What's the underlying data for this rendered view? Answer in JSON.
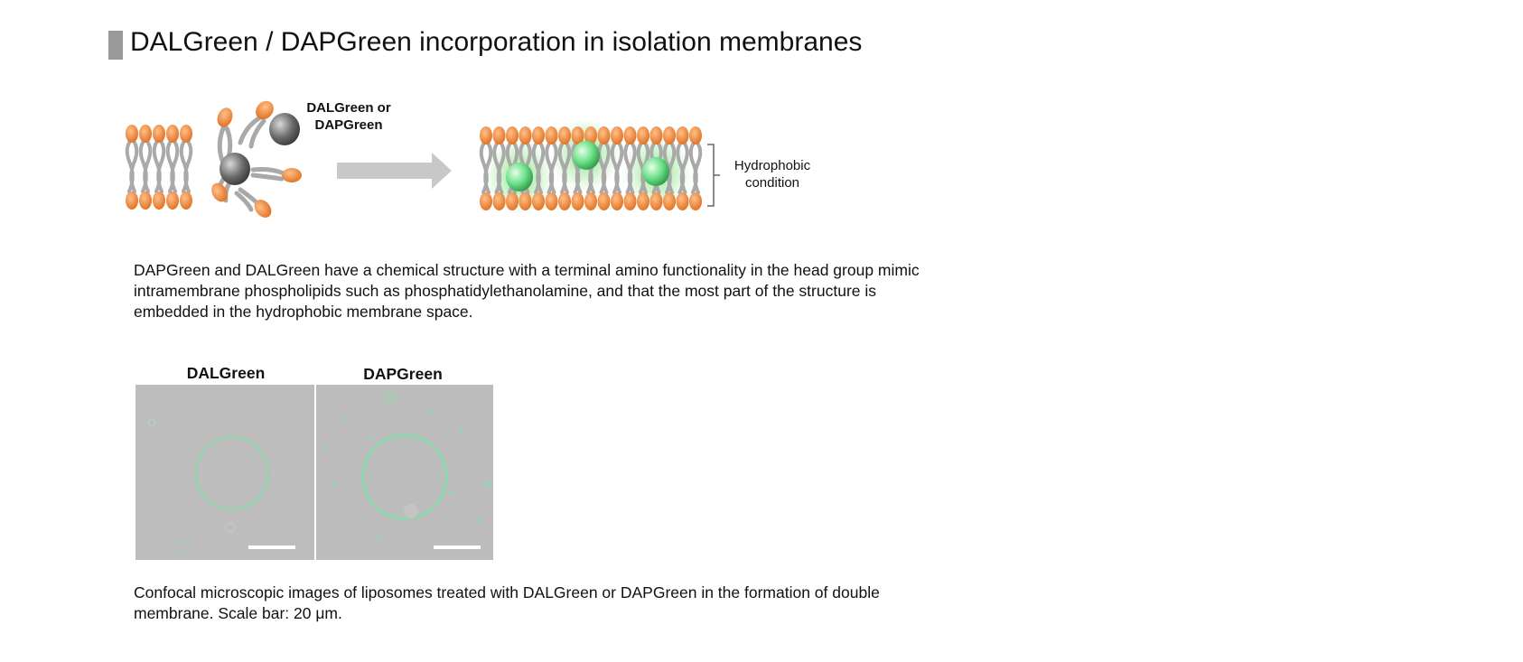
{
  "page": {
    "title": "DALGreen / DAPGreen incorporation in isolation membranes"
  },
  "diagram": {
    "probe_label_line1": "DALGreen or",
    "probe_label_line2": "DAPGreen",
    "region_label_line1": "Hydrophobic",
    "region_label_line2": "condition"
  },
  "description": "DAPGreen and DALGreen have a chemical structure with a terminal amino functionality in the head group mimic intramembrane phospholipids such as phosphatidylethanolamine, and that the most part of the structure is embedded in the hydrophobic membrane space.",
  "images": [
    {
      "label": "DALGreen"
    },
    {
      "label": "DAPGreen"
    }
  ],
  "caption": "Confocal microscopic images of liposomes treated with DALGreen or DAPGreen in the formation of double membrane. Scale bar: 20 μm.",
  "colors": {
    "head_orange": "#f08a3c",
    "tail_gray": "#a9a9a9",
    "probe_gray": "#555555",
    "probe_green": "#6ee08a",
    "arrow_gray": "#c8c8c8",
    "title_bar": "#9a9a9a"
  }
}
